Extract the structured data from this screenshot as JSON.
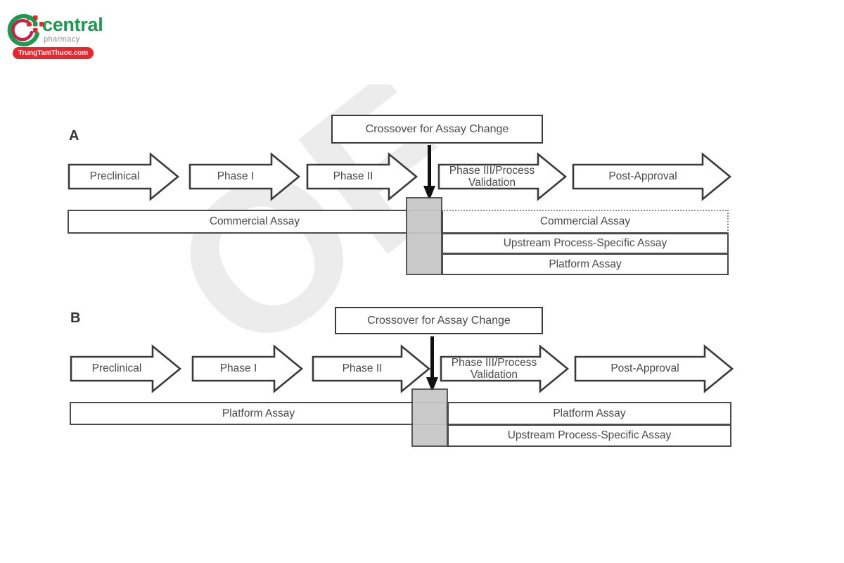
{
  "branding": {
    "logo_name": "central",
    "logo_tagline": "pharmacy",
    "logo_ribbon": "TrungTamThuoc.com",
    "brand_green": "#1a9b4e",
    "brand_red": "#e8262d"
  },
  "watermark": {
    "text": "OF"
  },
  "figure": {
    "panels": [
      {
        "label": "A",
        "crossover_label": "Crossover for Assay Change",
        "phases": [
          {
            "label": "Preclinical"
          },
          {
            "label": "Phase I"
          },
          {
            "label": "Phase II"
          },
          {
            "label": "Phase III/Process Validation"
          },
          {
            "label": "Post-Approval"
          }
        ],
        "assays_before": [
          {
            "label": "Commercial Assay"
          }
        ],
        "assays_after": [
          {
            "label": "Commercial Assay"
          },
          {
            "label": "Upstream Process-Specific Assay"
          },
          {
            "label": "Platform Assay"
          }
        ]
      },
      {
        "label": "B",
        "crossover_label": "Crossover for Assay Change",
        "phases": [
          {
            "label": "Preclinical"
          },
          {
            "label": "Phase I"
          },
          {
            "label": "Phase II"
          },
          {
            "label": "Phase III/Process Validation"
          },
          {
            "label": "Post-Approval"
          }
        ],
        "assays_before": [
          {
            "label": "Platform Assay"
          }
        ],
        "assays_after": [
          {
            "label": "Platform Assay"
          },
          {
            "label": "Upstream Process-Specific Assay"
          }
        ]
      }
    ]
  }
}
